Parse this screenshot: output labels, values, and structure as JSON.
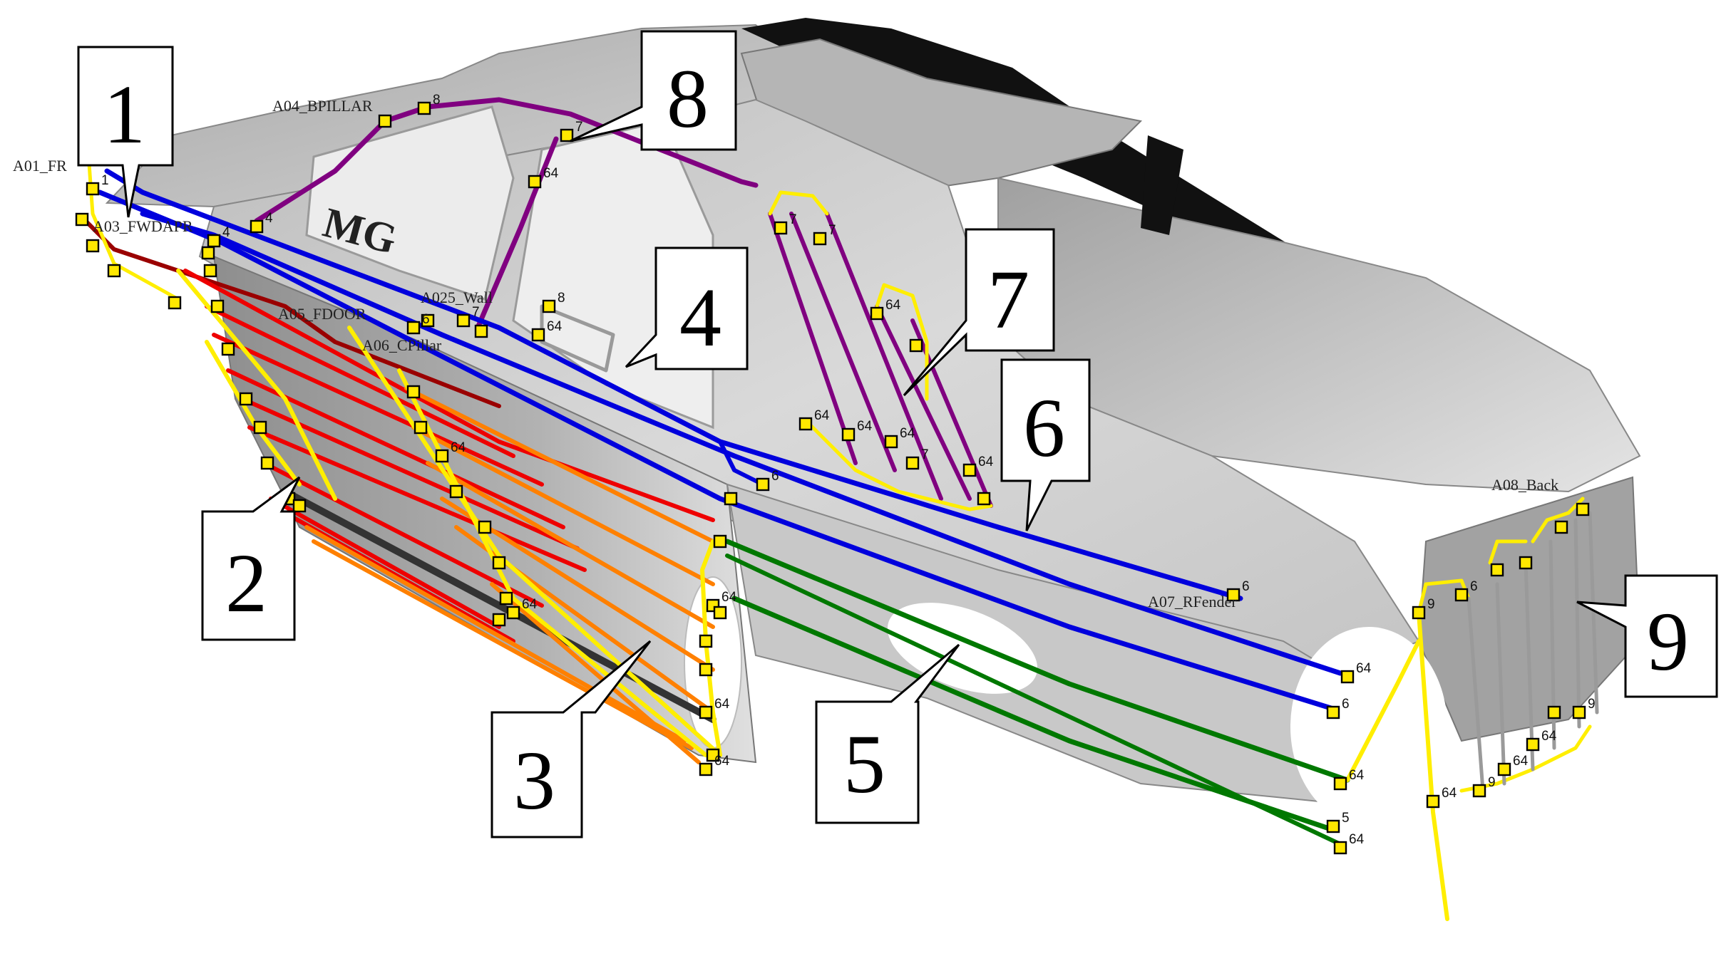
{
  "colors": {
    "purple": "#800080",
    "blue": "#0000dd",
    "red": "#ee0000",
    "darkred": "#9a0000",
    "orange": "#ff8000",
    "yellow": "#ffee00",
    "green": "#007800",
    "grey": "#9a9a9a",
    "body": "#cfcfcf",
    "dark": "#0a0a0a"
  },
  "tags": {
    "a01": "A01_FR",
    "a04": "A04_BPILLAR",
    "a025": "A025_Wall",
    "a05": "A05_FDOOR",
    "a06": "A06_CPillar",
    "a07": "A07_RFender",
    "a08": "A08_Back",
    "a03": "A03_FWDAPR"
  },
  "node_labels": {
    "n64": "64",
    "n6": "6",
    "n7": "7",
    "n9": "9",
    "n5": "5",
    "n8": "8",
    "n4": "4",
    "n1": "1"
  },
  "callouts": {
    "c1": "1",
    "c2": "2",
    "c3": "3",
    "c4": "4",
    "c5": "5",
    "c6": "6",
    "c7": "7",
    "c8": "8",
    "c9": "9"
  }
}
